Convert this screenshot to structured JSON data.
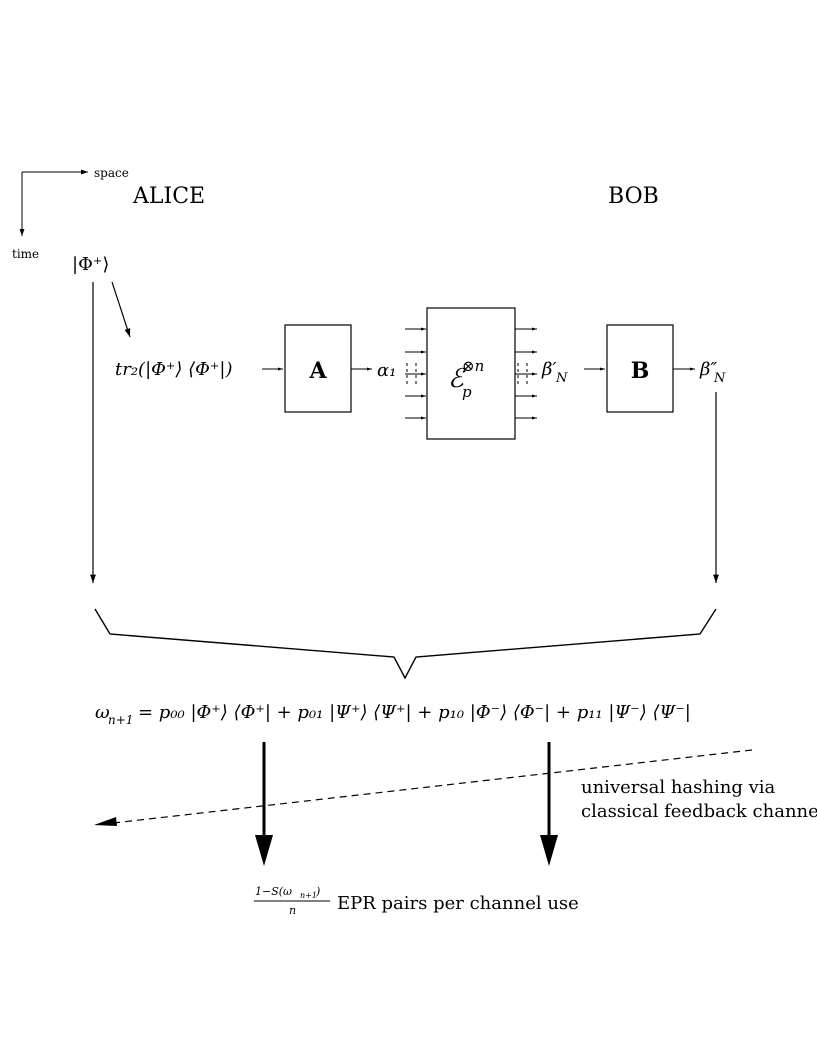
{
  "axes": {
    "space_label": "space",
    "time_label": "time"
  },
  "parties": {
    "alice": "ALICE",
    "bob": "BOB"
  },
  "nodes": {
    "initial_state": "|Φ⁺⟩",
    "partial_trace": "tr₂(|Φ⁺⟩ ⟨Φ⁺|)",
    "encoder_box": "A",
    "alpha_label": "α₁",
    "channel_box": "ℰ",
    "channel_sub": "p",
    "channel_sup": "⊗n",
    "beta_prime_label": "β′",
    "beta_prime_sub": "N",
    "decoder_box": "B",
    "beta_dprime_label": "β″",
    "beta_dprime_sub": "N"
  },
  "result_state": {
    "lhs": "ω",
    "lhs_sub": "n+1",
    "rhs": " = p₀₀ |Φ⁺⟩ ⟨Φ⁺| + p₀₁ |Ψ⁺⟩ ⟨Ψ⁺| + p₁₀ |Φ⁻⟩ ⟨Φ⁻| + p₁₁ |Ψ⁻⟩ ⟨Ψ⁻|"
  },
  "feedback": {
    "line1": "universal hashing via",
    "line2": "classical feedback channel"
  },
  "rate": {
    "numerator": "1−S(ω",
    "numerator_sub": "n+1",
    "numerator_close": ")",
    "denominator": "n",
    "text": "EPR pairs per channel use"
  }
}
